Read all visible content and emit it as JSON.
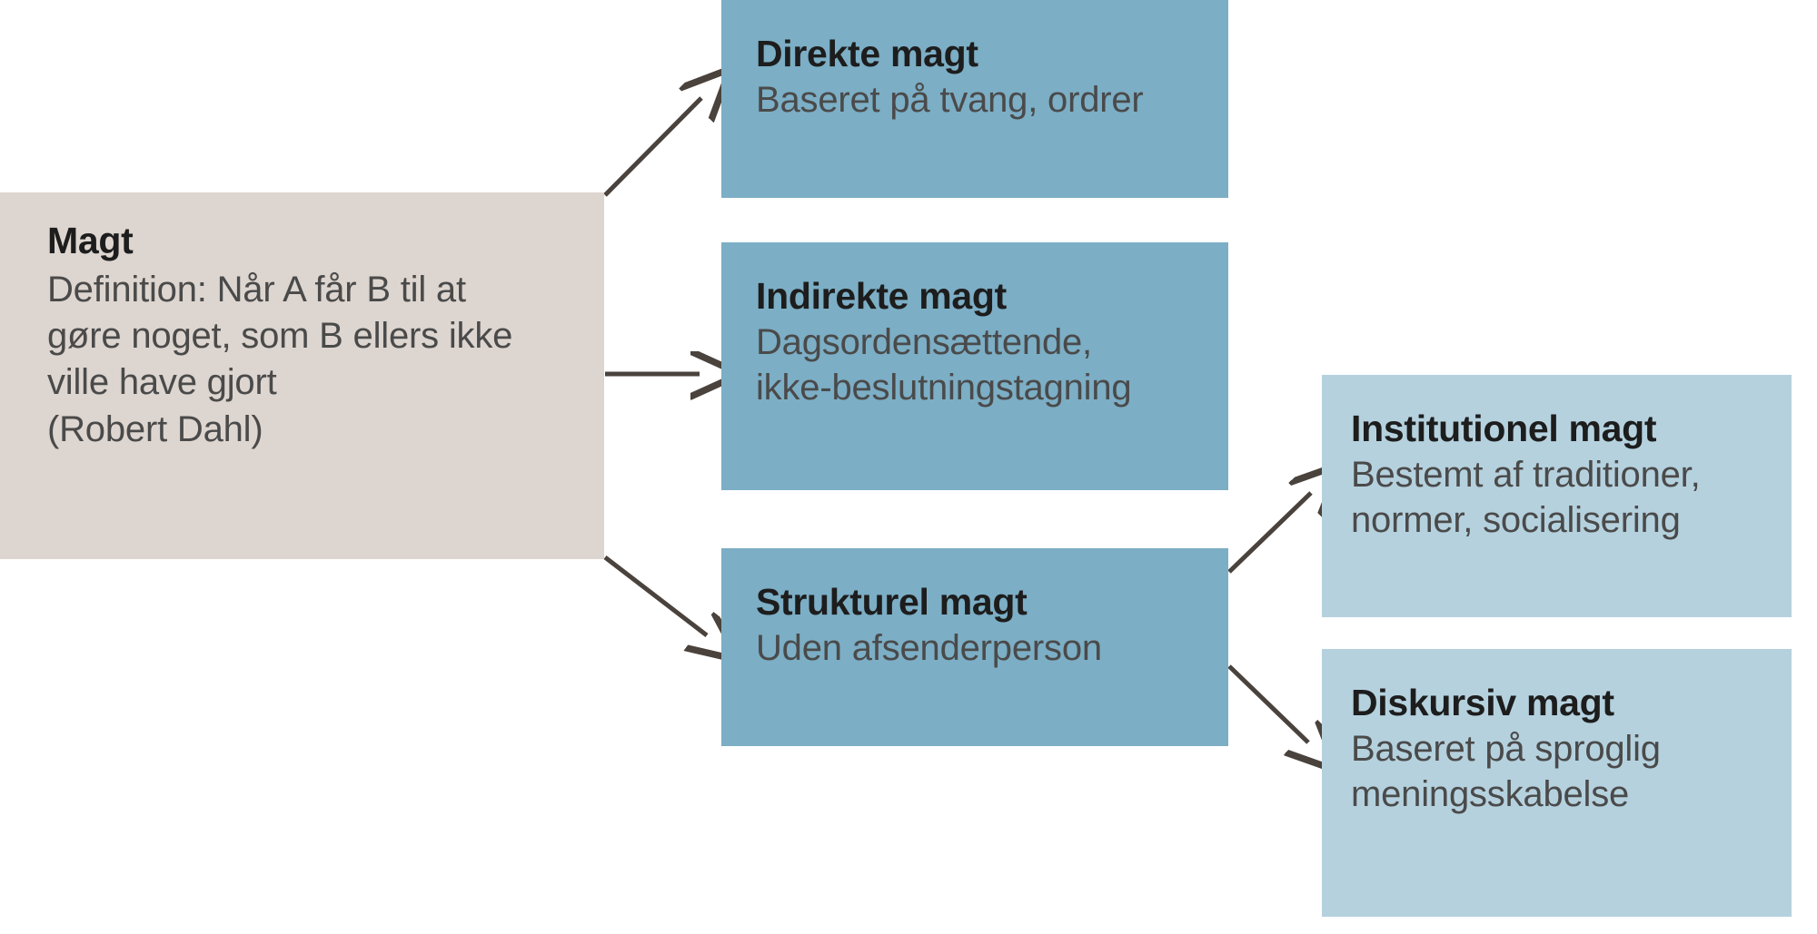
{
  "diagram": {
    "title_concept": "Magt",
    "language": "da",
    "nodes": {
      "root": {
        "title": "Magt",
        "desc_lines": [
          "Definition: Når A får B til at",
          "gøre noget, som B ellers ikke",
          "ville have gjort",
          "(Robert Dahl)"
        ],
        "color": "#ddd5cf"
      },
      "direkte": {
        "title": "Direkte magt",
        "desc_lines": [
          "Baseret på tvang, ordrer"
        ],
        "color": "#7caec5"
      },
      "indirekte": {
        "title": "Indirekte magt",
        "desc_lines": [
          "Dagsordensættende,",
          "ikke-beslutningstagning"
        ],
        "color": "#7caec5"
      },
      "strukturel": {
        "title": "Strukturel magt",
        "desc_lines": [
          "Uden afsenderperson"
        ],
        "color": "#7caec5"
      },
      "institutionel": {
        "title": "Institutionel magt",
        "desc_lines": [
          "Bestemt af traditioner,",
          "normer, socialisering"
        ],
        "color": "#b5d1de"
      },
      "diskursiv": {
        "title": "Diskursiv magt",
        "desc_lines": [
          "Baseret på sproglig",
          "meningsskabelse"
        ],
        "color": "#b5d1de"
      }
    },
    "edges": [
      {
        "name": "root-to-direkte",
        "from": "root",
        "to": "direkte",
        "style": "arrow-up-right"
      },
      {
        "name": "root-to-indirekte",
        "from": "root",
        "to": "indirekte",
        "style": "arrow-right"
      },
      {
        "name": "root-to-strukturel",
        "from": "root",
        "to": "strukturel",
        "style": "arrow-down-right"
      },
      {
        "name": "strukturel-to-institutionel",
        "from": "strukturel",
        "to": "institutionel",
        "style": "arrow-up-right"
      },
      {
        "name": "strukturel-to-diskursiv",
        "from": "strukturel",
        "to": "diskursiv",
        "style": "arrow-down-right"
      }
    ],
    "arrow_color": "#4a423c",
    "background_color": "#ffffff"
  }
}
